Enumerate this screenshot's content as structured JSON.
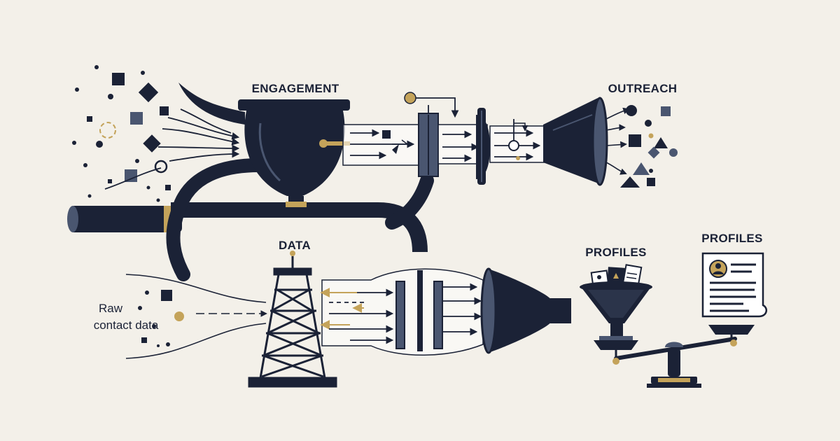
{
  "labels": {
    "engagement": "ENGAGEMENT",
    "outreach": "OUTREACH",
    "data": "DATA",
    "profiles_left": "PROFILES",
    "profiles_right": "PROFILES",
    "raw_line1": "Raw",
    "raw_line2": "contact data"
  },
  "colors": {
    "background": "#f3f0e9",
    "navy": "#1b2236",
    "slate": "#4a5670",
    "gold": "#c4a35a",
    "light_fill": "#ffffff"
  }
}
